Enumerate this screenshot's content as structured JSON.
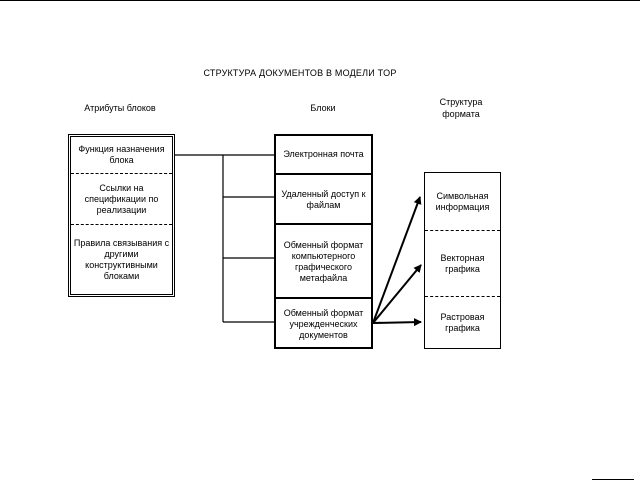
{
  "title": "СТРУКТУРА ДОКУМЕНТОВ В МОДЕЛИ TOP",
  "columns": {
    "attributes": "Атрибуты блоков",
    "blocks": "Блоки",
    "format": "Структура формата"
  },
  "attributes": [
    "Функция назначения блока",
    "Ссылки на спецификации по реализации",
    "Правила связывания с другими конструктивными блоками"
  ],
  "blocks": [
    "Электронная почта",
    "Удаленный доступ к файлам",
    "Обменный формат компьютерного графического метафайла",
    "Обменный формат учрежденческих документов"
  ],
  "format": [
    "Символьная информация",
    "Векторная графика",
    "Растровая графика"
  ]
}
